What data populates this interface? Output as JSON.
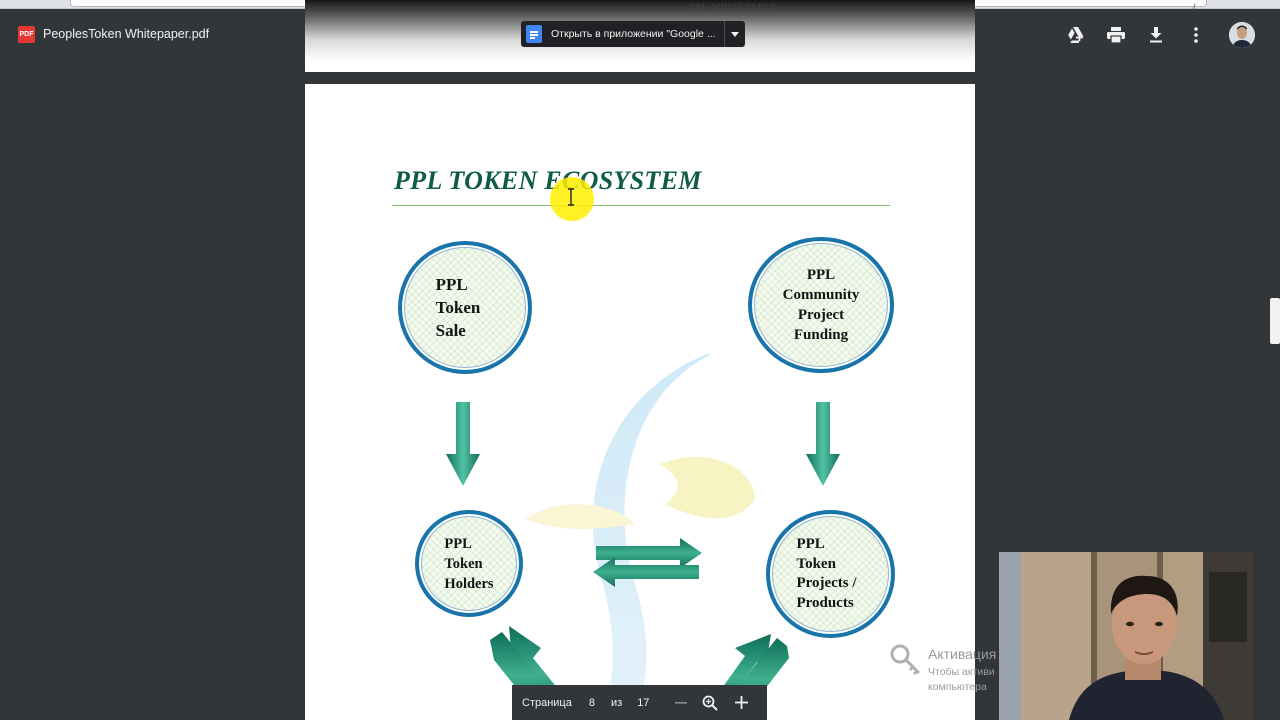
{
  "toolbar": {
    "file_name": "PeoplesToken Whitepaper.pdf",
    "file_type_badge": "PDF",
    "open_with_label": "Открыть в приложении \"Google ...",
    "add_to_drive_icon": "add-to-drive-icon",
    "print_icon": "print-icon",
    "download_icon": "download-icon",
    "more_icon": "more-vert-icon"
  },
  "previous_page": {
    "header_text": "PPL WHITEPAPER",
    "header_right": "/"
  },
  "page": {
    "title": "PPL TOKEN ECOSYSTEM",
    "nodes": [
      {
        "label": "PPL\nToken\nSale"
      },
      {
        "label": "PPL\nCommunity\nProject\nFunding"
      },
      {
        "label": "PPL\nToken\nHolders"
      },
      {
        "label": "PPL\nToken\nProjects /\nProducts"
      }
    ]
  },
  "pager": {
    "page_label": "Страница",
    "current_page": "8",
    "of_label": "из",
    "total_pages": "17"
  },
  "activation": {
    "title": "Активация",
    "line1": "Чтобы активи",
    "line2": "компьютера"
  },
  "colors": {
    "toolbar_bg": "#323639",
    "title_green": "#0e5c47",
    "circle_border": "#1874ab",
    "arrow_teal": "#1b8a72"
  }
}
